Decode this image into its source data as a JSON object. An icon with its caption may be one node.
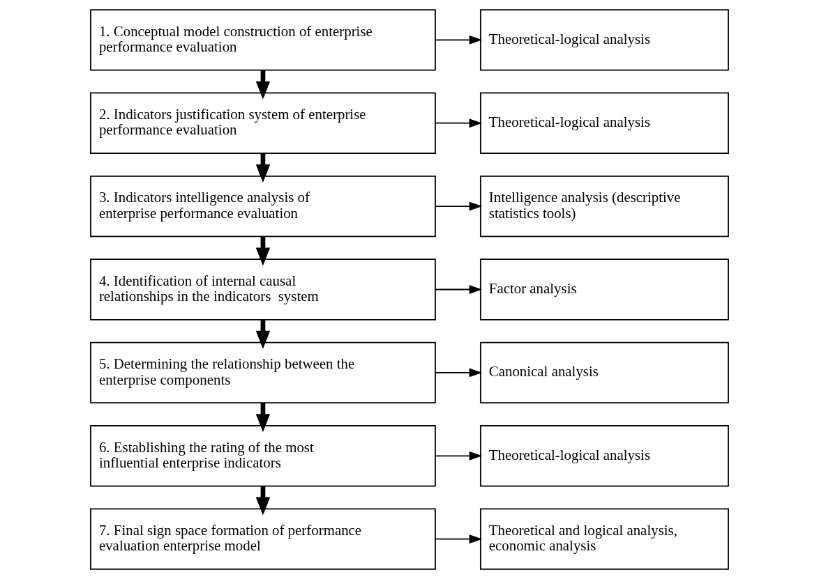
{
  "diagram": {
    "nodes": [
      {
        "text": [
          "1. Conceptual model construction of enterprise performance evaluation"
        ]
      },
      {
        "text": [
          "Theoretical-logical analysis"
        ]
      },
      {
        "text": [
          "2. Indicators justification system of enterprise performance evaluation"
        ]
      },
      {
        "text": [
          "Theoretical-logical analysis"
        ]
      },
      {
        "text": [
          "3. Indicators intelligence analysis of enterprise performance evaluation"
        ]
      },
      {
        "text": [
          "Intelligence analysis (descriptive statistics tools)"
        ]
      },
      {
        "text": [
          "4. Identification of internal causal relationships in the indicators  system"
        ]
      },
      {
        "text": [
          "Factor analysis"
        ]
      },
      {
        "text": [
          "5. Determining the relationship between the enterprise components"
        ]
      },
      {
        "text": [
          "Canonical analysis"
        ]
      },
      {
        "text": [
          "6. Establishing the rating of the most influential enterprise indicators"
        ]
      },
      {
        "text": [
          "Theoretical-logical analysis"
        ]
      },
      {
        "text": [
          "7. Final sign space formation of performance evaluation enterprise model"
        ]
      },
      {
        "text": [
          "Theoretical and logical analysis, economic analysis"
        ]
      }
    ],
    "edges": [
      {
        "from": 0,
        "to": 1,
        "arrow": "to"
      },
      {
        "from": 0,
        "to": 2,
        "arrow": "to",
        "style": "thick"
      },
      {
        "from": 2,
        "to": 3,
        "arrow": "to"
      },
      {
        "from": 2,
        "to": 4,
        "arrow": "to",
        "style": "thick"
      },
      {
        "from": 4,
        "to": 5,
        "arrow": "to"
      },
      {
        "from": 4,
        "to": 6,
        "arrow": "to",
        "style": "thick"
      },
      {
        "from": 6,
        "to": 7,
        "arrow": "to"
      },
      {
        "from": 6,
        "to": 8,
        "arrow": "to",
        "style": "thick"
      },
      {
        "from": 8,
        "to": 9,
        "arrow": "to"
      },
      {
        "from": 8,
        "to": 10,
        "arrow": "to",
        "style": "thick"
      },
      {
        "from": 10,
        "to": 11,
        "arrow": "to"
      },
      {
        "from": 10,
        "to": 12,
        "arrow": "to",
        "style": "thick"
      },
      {
        "from": 12,
        "to": 13,
        "arrow": "to"
      }
    ]
  }
}
